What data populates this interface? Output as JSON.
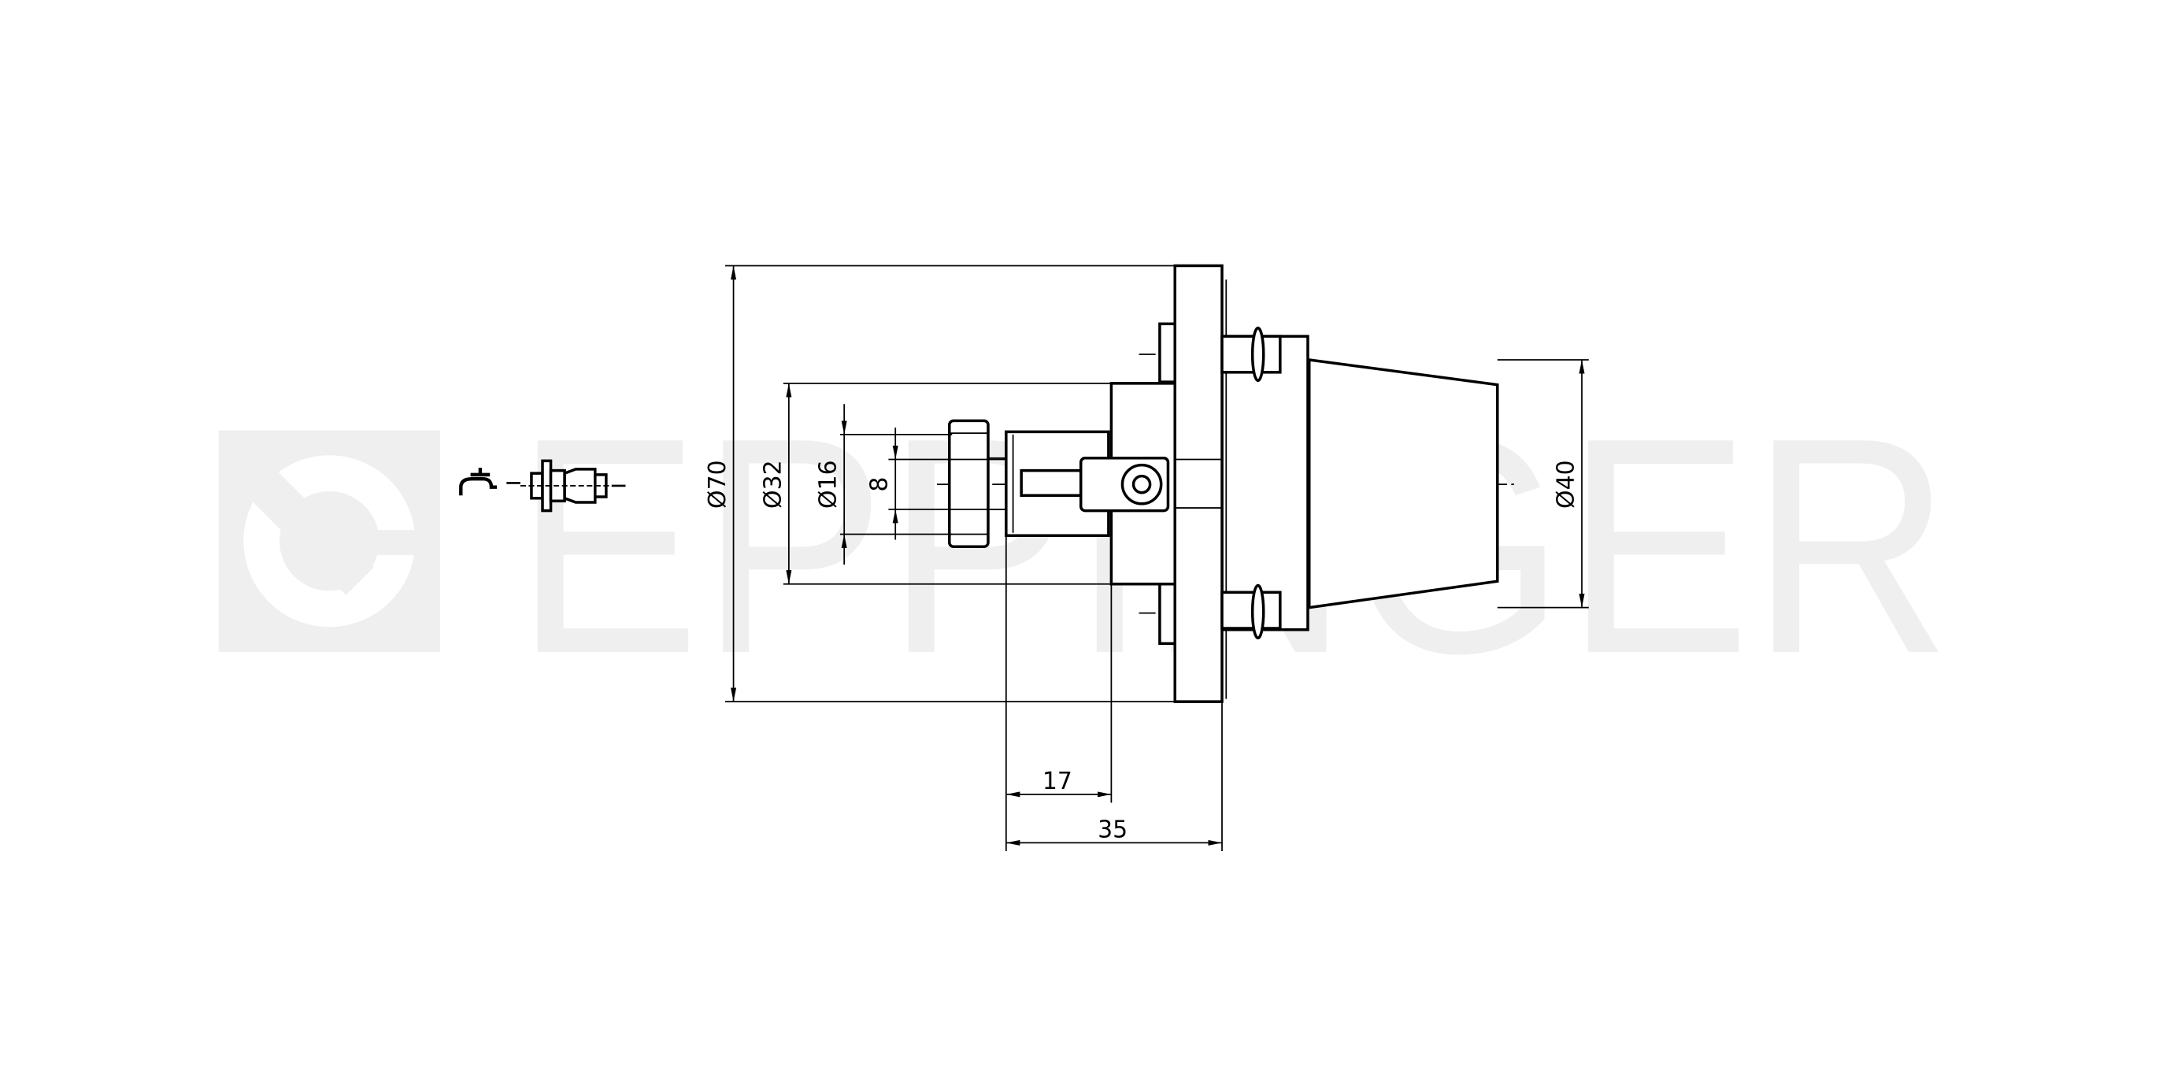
{
  "watermark": {
    "brand": "EPPINGER"
  },
  "dimensions": {
    "d70": "Ø70",
    "d32": "Ø32",
    "d16": "Ø16",
    "w8": "8",
    "d40": "Ø40",
    "l17": "17",
    "l35": "35"
  },
  "icons": {
    "coolant": "faucet-icon",
    "tool": "tool-holder-icon"
  }
}
